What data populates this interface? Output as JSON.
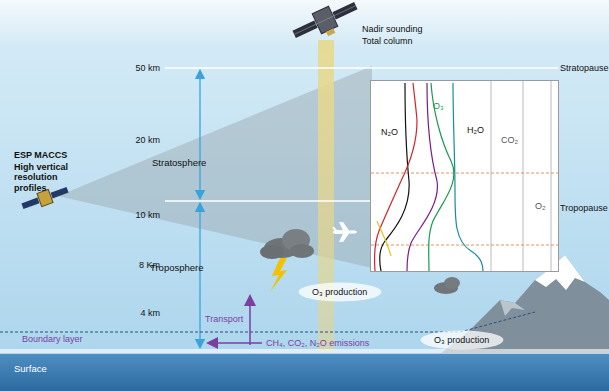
{
  "diagram": {
    "nodes": [
      {
        "text": [
          "N₂O",
          "O₃",
          "H₂O",
          "CO₂",
          "O₂"
        ]
      },
      {
        "text": [
          "O₃ production"
        ]
      },
      {
        "text": [
          "O₃ production"
        ]
      }
    ],
    "labels": [
      "Nadir sounding",
      "Total column",
      "ESP MACCS",
      "High vertical resolution profiles",
      "50 km",
      "20 km",
      "10 km",
      "8 Km",
      "4 km",
      "Stratosphere",
      "Troposphere",
      "Stratopause",
      "Tropopause",
      "Transport",
      "Boundary layer",
      "CH₄, CO₂, N₂O emissions",
      "Surface"
    ]
  }
}
